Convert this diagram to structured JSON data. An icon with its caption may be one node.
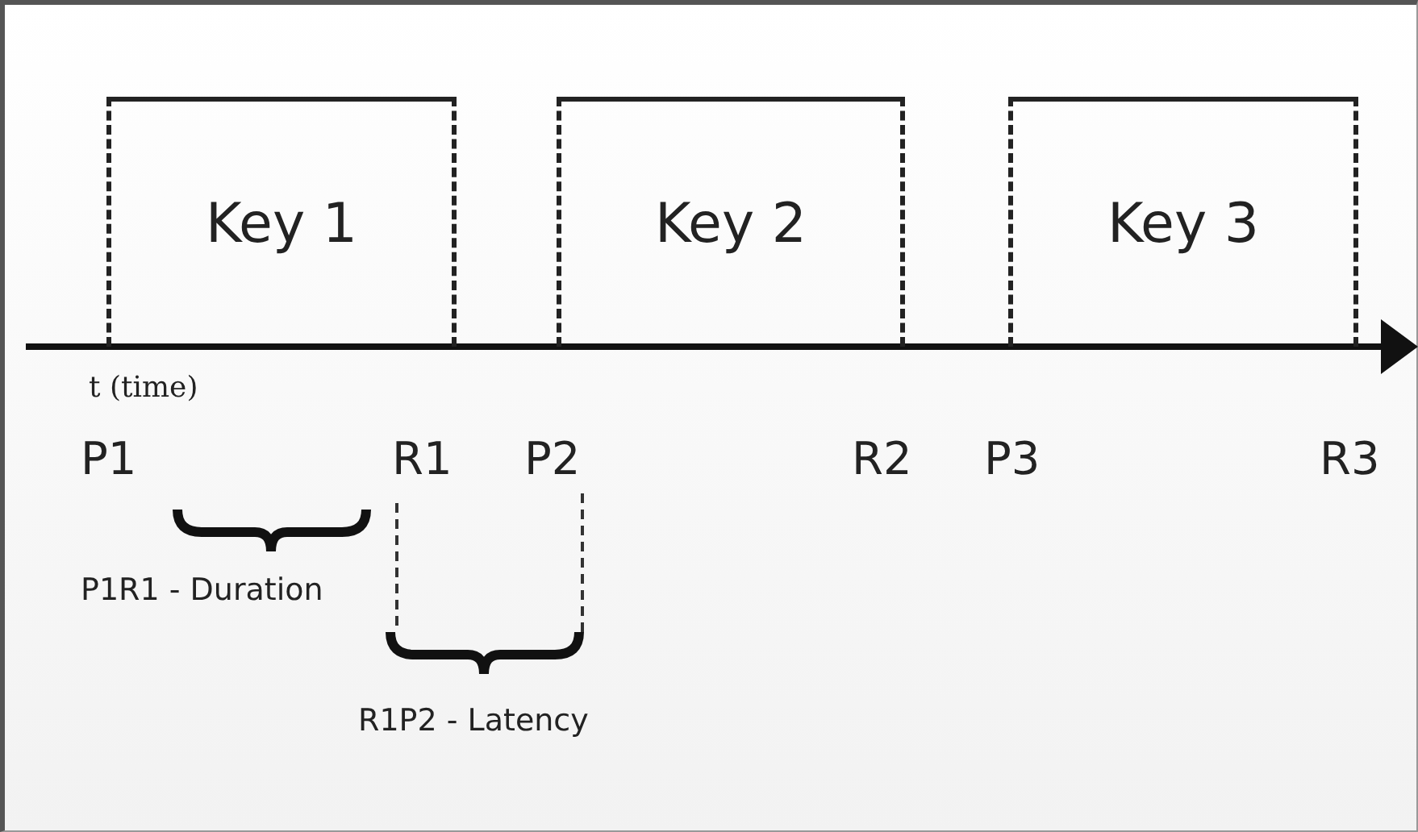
{
  "diagram": {
    "nodes": [
      {
        "text": [
          "Key 1"
        ]
      },
      {
        "text": [
          "Key 2"
        ]
      },
      {
        "text": [
          "Key 3"
        ]
      }
    ],
    "labels": [
      "t (time)",
      "P1",
      "R1",
      "P2",
      "R2",
      "P3",
      "R3",
      "P1R1 - Duration",
      "R1P2 - Latency"
    ]
  }
}
